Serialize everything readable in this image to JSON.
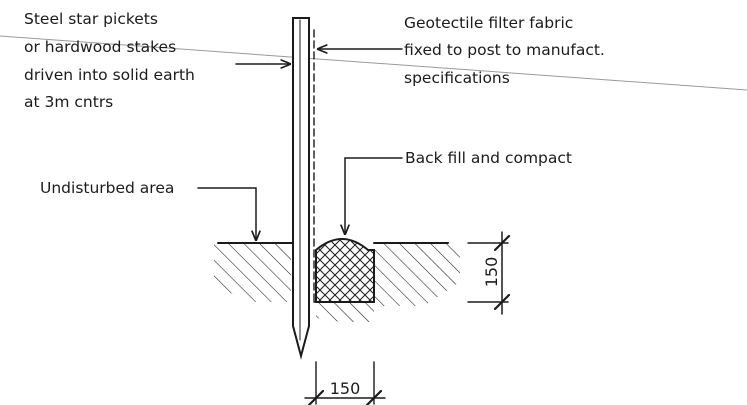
{
  "annotations": {
    "picket": [
      "Steel star pickets",
      "or hardwood stakes",
      "driven into solid earth",
      "at 3m cntrs"
    ],
    "fabric": [
      "Geotectile filter fabric",
      "fixed to post to manufact.",
      "specifications"
    ],
    "backfill": "Back fill and compact",
    "undisturbed": "Undisturbed area"
  },
  "dimensions": {
    "trench_depth": "150",
    "trench_width": "150"
  },
  "colors": {
    "line": "#1b1b1b",
    "stray_line": "#9a9a9a"
  }
}
